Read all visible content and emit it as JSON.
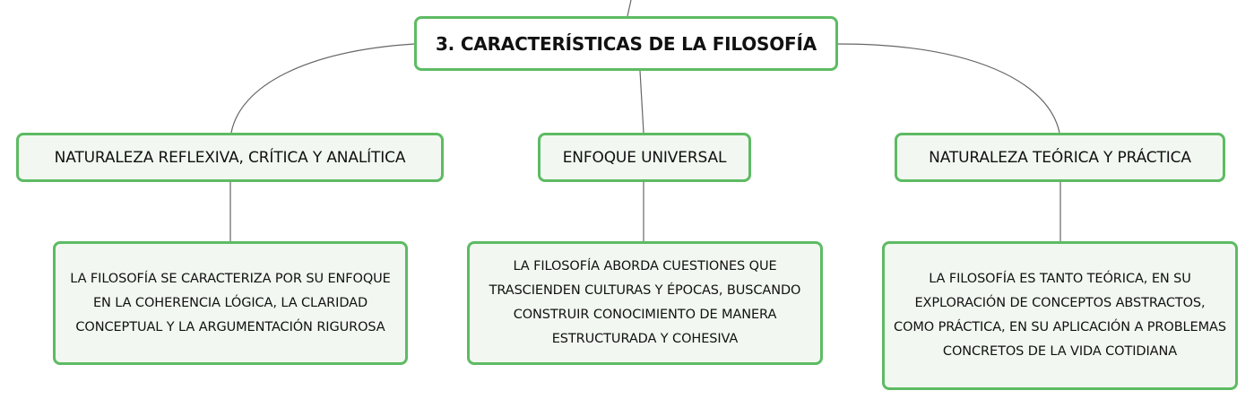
{
  "diagram": {
    "root": {
      "label": "3. CARACTERÍSTICAS DE LA FILOSOFÍA"
    },
    "branches": [
      {
        "label": "NATURALEZA REFLEXIVA, CRÍTICA Y ANALÍTICA",
        "detail": "LA FILOSOFÍA SE CARACTERIZA POR SU ENFOQUE EN LA COHERENCIA LÓGICA, LA CLARIDAD CONCEPTUAL Y LA ARGUMENTACIÓN RIGUROSA"
      },
      {
        "label": "ENFOQUE UNIVERSAL",
        "detail": "LA FILOSOFÍA ABORDA CUESTIONES QUE TRASCIENDEN CULTURAS Y ÉPOCAS, BUSCANDO CONSTRUIR CONOCIMIENTO DE MANERA ESTRUCTURADA Y COHESIVA"
      },
      {
        "label": "NATURALEZA TEÓRICA Y PRÁCTICA",
        "detail": "LA FILOSOFÍA ES TANTO TEÓRICA, EN SU EXPLORACIÓN DE CONCEPTOS ABSTRACTOS, COMO PRÁCTICA, EN SU APLICACIÓN A PROBLEMAS CONCRETOS DE LA VIDA COTIDIANA"
      }
    ],
    "colors": {
      "border": "#5dbb63",
      "fill": "#f2f8f1",
      "connector": "#666666"
    }
  }
}
